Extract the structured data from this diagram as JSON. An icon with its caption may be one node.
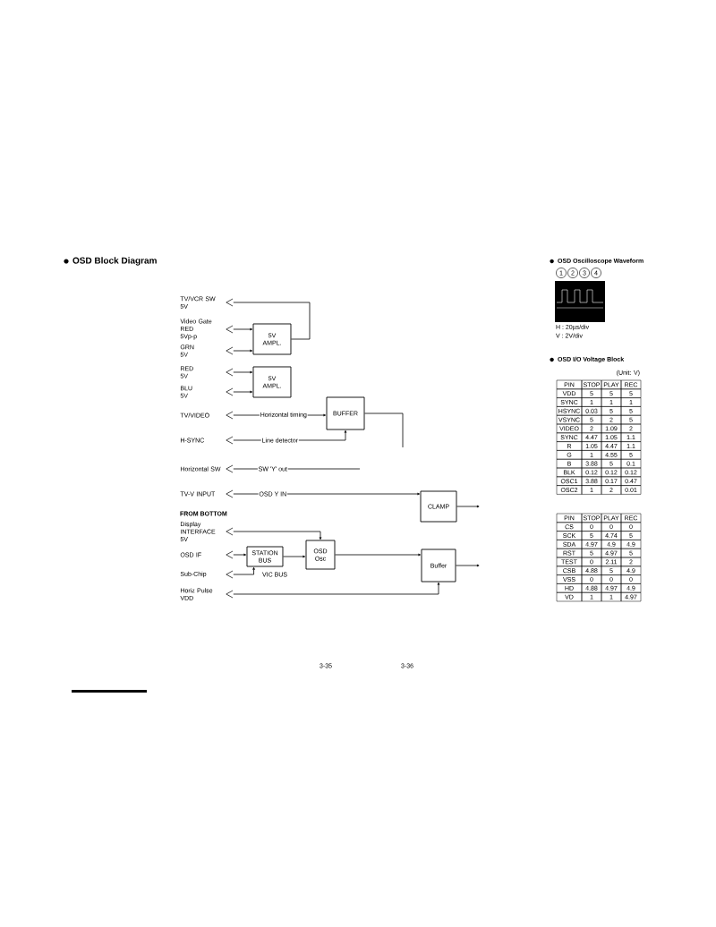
{
  "diagram": {
    "title": "OSD Block Diagram",
    "nodes": [
      {
        "text": [
          "TV/VCR SW",
          "5V"
        ]
      },
      {
        "text": [
          "Video Gate",
          "RED",
          "5Vp-p"
        ]
      },
      {
        "text": [
          "GRN",
          "5V"
        ]
      },
      {
        "text": [
          "5V AMPL."
        ]
      },
      {
        "text": [
          "RED",
          "5V"
        ]
      },
      {
        "text": [
          "BLU",
          "5V"
        ]
      },
      {
        "text": [
          "5V AMPL."
        ]
      },
      {
        "text": [
          "TV/VIDEO"
        ]
      },
      {
        "text": [
          "H-SYNC"
        ]
      },
      {
        "text": [
          "BUFFER"
        ]
      },
      {
        "text": [
          "Horizontal SW"
        ]
      },
      {
        "text": [
          "TV-V INPUT"
        ]
      },
      {
        "text": [
          "CLAMP"
        ]
      },
      {
        "text": [
          "Display INTERFACE",
          "5V"
        ]
      },
      {
        "text": [
          "OSD IF"
        ]
      },
      {
        "text": [
          "STATION BUS"
        ],
        "beside": [
          "VIC BUS"
        ]
      },
      {
        "text": [
          "OSD Osc"
        ]
      },
      {
        "text": [
          "Sub-Chip"
        ]
      },
      {
        "text": [
          "Horiz Pulse",
          "VDD"
        ]
      },
      {
        "text": [
          "Buffer"
        ]
      }
    ],
    "edges": [
      {
        "from": 0,
        "to": 3,
        "arrow": "none"
      },
      {
        "from": 1,
        "to": 3,
        "arrow": "to"
      },
      {
        "from": 2,
        "to": 3,
        "arrow": "to"
      },
      {
        "from": 4,
        "to": 6,
        "arrow": "to"
      },
      {
        "from": 5,
        "to": 6,
        "arrow": "to"
      },
      {
        "from": 7,
        "to": 9,
        "arrow": "to",
        "label": "Horizontal timing"
      },
      {
        "from": 8,
        "to": 9,
        "arrow": "to",
        "label": "Line detector"
      },
      {
        "from": 9,
        "to": null,
        "arrow": "none"
      },
      {
        "from": 10,
        "to": null,
        "arrow": "none",
        "label": "SW 'Y' out"
      },
      {
        "from": 11,
        "to": 12,
        "arrow": "to",
        "label": "OSD Y IN"
      },
      {
        "from": 13,
        "to": 16,
        "arrow": "to"
      },
      {
        "from": 14,
        "to": 15,
        "arrow": "to"
      },
      {
        "from": 15,
        "to": 16,
        "arrow": "to"
      },
      {
        "from": 17,
        "to": 15,
        "arrow": "to"
      },
      {
        "from": 16,
        "to": 19,
        "arrow": "to"
      },
      {
        "from": 18,
        "to": 19,
        "arrow": "to"
      },
      {
        "from": 12,
        "to": null,
        "arrow": "to"
      },
      {
        "from": 19,
        "to": null,
        "arrow": "to"
      }
    ],
    "labels": [
      "FROM BOTTOM",
      "OSD Oscilloscope Waveform",
      "1",
      "2",
      "3",
      "4",
      "H : 20µs/div",
      "V : 2V/div",
      "OSD I/O Voltage Block",
      "(Unit: V)",
      "PIN",
      "STOP",
      "PLAY",
      "REC",
      "VDD",
      "5",
      "5",
      "5",
      "SYNC",
      "1",
      "1",
      "1",
      "HSYNC",
      "0.03",
      "5",
      "5",
      "VSYNC",
      "5",
      "2",
      "5",
      "VIDEO",
      "2",
      "1.09",
      "2",
      "SYNC",
      "4.47",
      "1.05",
      "1.1",
      "R",
      "1.05",
      "4.47",
      "1.1",
      "G",
      "1",
      "4.55",
      "5",
      "B",
      "3.88",
      "5",
      "0.1",
      "BLK",
      "0.12",
      "0.12",
      "0.12",
      "OSC1",
      "3.88",
      "0.17",
      "0.47",
      "OSC2",
      "1",
      "2",
      "0.01",
      "PIN",
      "STOP",
      "PLAY",
      "REC",
      "CS",
      "0",
      "0",
      "0",
      "SCK",
      "5",
      "4.74",
      "5",
      "SDA",
      "4.97",
      "4.9",
      "4.9",
      "RST",
      "5",
      "4.97",
      "5",
      "TEST",
      "0",
      "2.11",
      "2",
      "CSB",
      "4.88",
      "5",
      "4.9",
      "VSS",
      "0",
      "0",
      "0",
      "HD",
      "4.88",
      "4.97",
      "4.9",
      "VD",
      "1",
      "1",
      "4.97",
      "3-35",
      "3-36"
    ]
  }
}
